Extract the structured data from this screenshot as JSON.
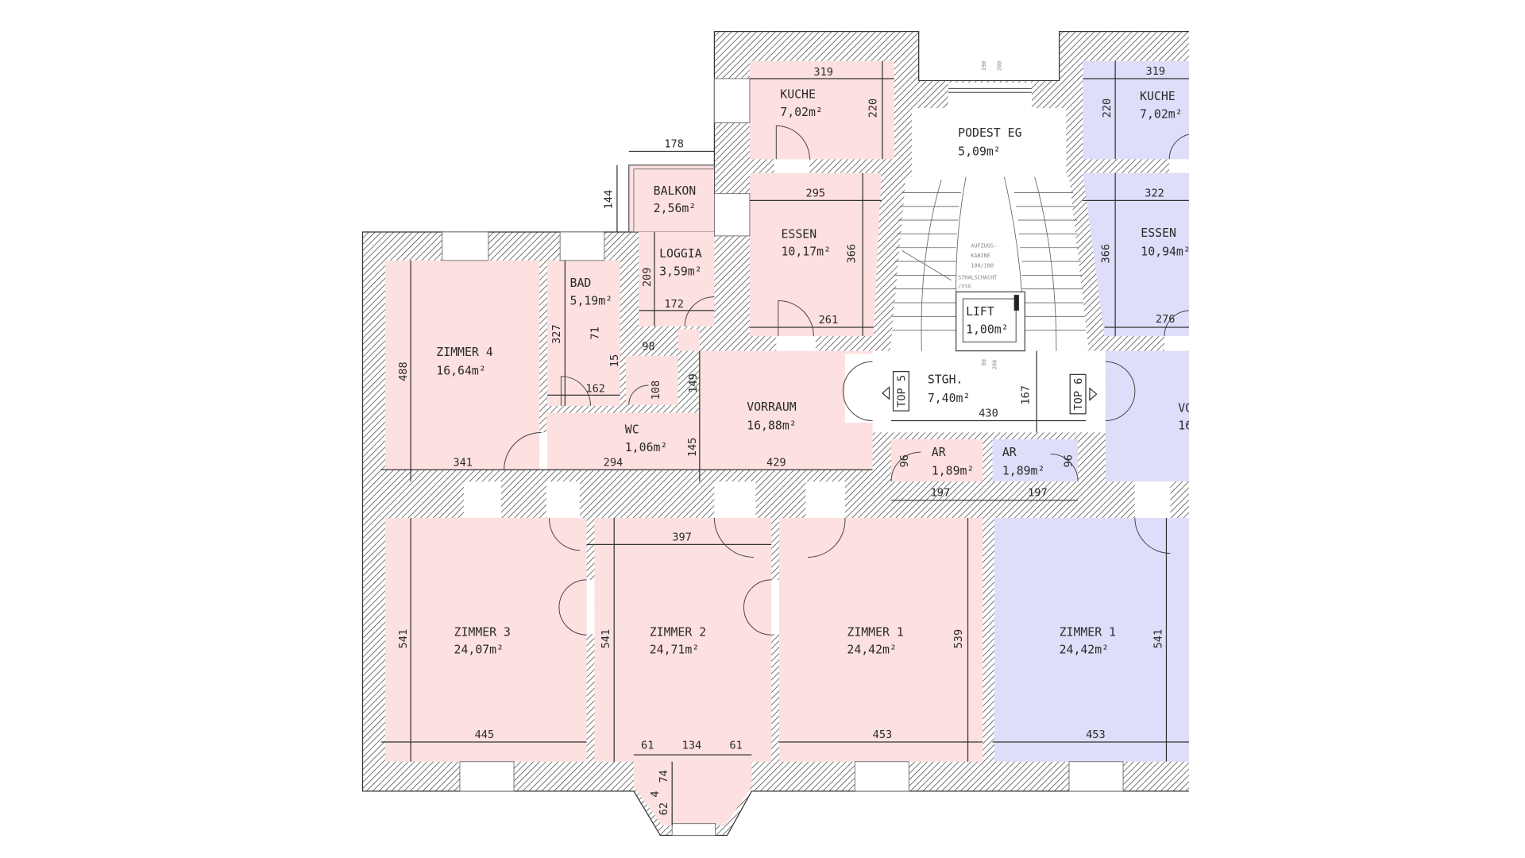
{
  "colors": {
    "top5": "#fde0e0",
    "top6": "#dedefa",
    "wall_hatch": "#555555"
  },
  "rooms": [
    {
      "name": "KUCHE",
      "area": "7,02m²"
    },
    {
      "name": "ESSEN",
      "area": "10,17m²"
    },
    {
      "name": "BALKON",
      "area": "2,56m²"
    },
    {
      "name": "LOGGIA",
      "area": "3,59m²"
    },
    {
      "name": "BAD",
      "area": "5,19m²"
    },
    {
      "name": "ZIMMER 4",
      "area": "16,64m²"
    },
    {
      "name": "WC",
      "area": "1,06m²"
    },
    {
      "name": "VORRAUM",
      "area": "16,88m²"
    },
    {
      "name": "PODEST EG",
      "area": "5,09m²"
    },
    {
      "name": "STGH.",
      "area": "7,40m²"
    },
    {
      "name": "LIFT",
      "area": "1,00m²"
    },
    {
      "name": "AR",
      "area": "1,89m²"
    },
    {
      "name": "AR",
      "area": "1,89m²"
    },
    {
      "name": "KUCHE",
      "area": "7,02m²"
    },
    {
      "name": "ESSEN",
      "area": "10,94m²"
    },
    {
      "name": "VO",
      "area": "16"
    },
    {
      "name": "ZIMMER 3",
      "area": "24,07m²"
    },
    {
      "name": "ZIMMER 2",
      "area": "24,71m²"
    },
    {
      "name": "ZIMMER 1",
      "area": "24,42m²"
    },
    {
      "name": "ZIMMER 1",
      "area": "24,42m²"
    }
  ],
  "units": {
    "top5": "TOP 5",
    "top6": "TOP 6"
  },
  "elevator_note": [
    "AUFZUGS-",
    "KABINE",
    "100/100",
    "STHALSCHACHT",
    "/VSG"
  ],
  "small_dims": {
    "window_top": [
      "190",
      "200"
    ],
    "lift_door": [
      "80",
      "200"
    ]
  },
  "dims_h": [
    "319",
    "178",
    "295",
    "172",
    "261",
    "98",
    "162",
    "341",
    "294",
    "429",
    "430",
    "197",
    "197",
    "397",
    "445",
    "61",
    "134",
    "61",
    "453",
    "453",
    "319",
    "322",
    "276"
  ],
  "dims_v": [
    "220",
    "144",
    "209",
    "366",
    "327",
    "71",
    "15",
    "108",
    "149",
    "145",
    "488",
    "167",
    "96",
    "96",
    "541",
    "541",
    "539",
    "541",
    "220",
    "366",
    "74",
    "62",
    "4"
  ]
}
